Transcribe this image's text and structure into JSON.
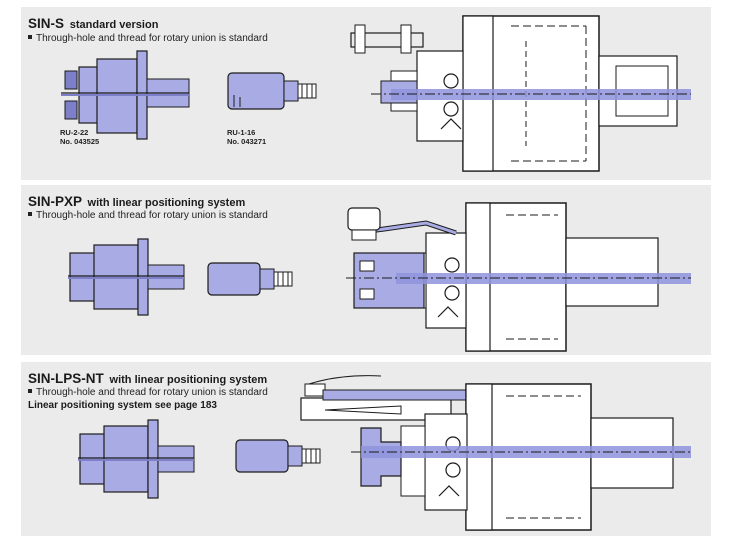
{
  "sections": [
    {
      "title": "SIN-S",
      "subtitle": "standard version",
      "bullets": [
        "Through-hole and thread for rotary union is standard"
      ],
      "part_labels": [
        {
          "code": "RU-2-22",
          "number": "No. 043525"
        },
        {
          "code": "RU-1-16",
          "number": "No. 043271"
        }
      ]
    },
    {
      "title": "SIN-PXP",
      "subtitle": "with linear positioning system",
      "bullets": [
        "Through-hole and thread for rotary union is standard"
      ]
    },
    {
      "title": "SIN-LPS-NT",
      "subtitle": "with linear positioning system",
      "bullets": [
        "Through-hole and thread for rotary union is standard"
      ],
      "note": "Linear positioning system see page 183"
    }
  ],
  "colors": {
    "panel_bg": "#ebebeb",
    "part_fill": "#a9ace4",
    "part_dark": "#7d80c8",
    "axis_band": "#8f93dd",
    "line": "#1b1b1b"
  }
}
